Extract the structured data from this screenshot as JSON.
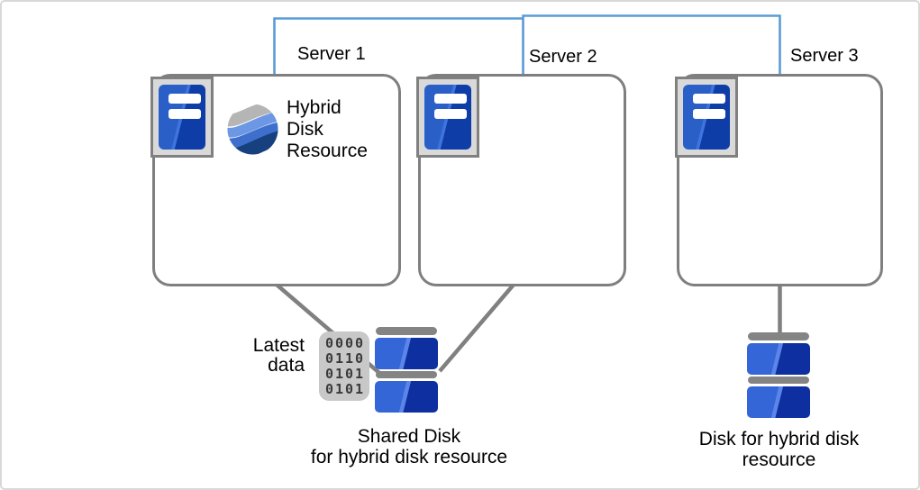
{
  "colors": {
    "interconnect_blue": "#5b9bd5",
    "line_gray": "#808080",
    "server_blue_light": "#2b5fc8",
    "server_blue_dark": "#0f3da8",
    "disk_blue_light": "#3566d8",
    "disk_blue_dark": "#0d2fa0",
    "frame_gray": "#d9d9d9",
    "bar_gray": "#848484",
    "binary_bg": "#c8c8c8",
    "logo_gray": "#b5b5b5",
    "logo_blue_light": "#6b97e4",
    "logo_blue_mid": "#3e6fcc",
    "logo_navy": "#17407e"
  },
  "servers": [
    {
      "label": "Server 1"
    },
    {
      "label": "Server 2"
    },
    {
      "label": "Server 3"
    }
  ],
  "hybrid_disk_resource": {
    "label": "Hybrid\nDisk\nResource",
    "icon": "wave-sphere-logo-icon"
  },
  "latest_data": {
    "label": "Latest\ndata"
  },
  "binary": {
    "icon": "binary-data-icon",
    "rows": [
      "0000",
      "0110",
      "0101",
      "0101"
    ]
  },
  "shared_disk": {
    "icon": "disk-stack-icon",
    "label": "Shared Disk\nfor hybrid disk resource"
  },
  "hybrid_disk": {
    "icon": "disk-stack-icon",
    "label": "Disk for hybrid disk\nresource"
  }
}
